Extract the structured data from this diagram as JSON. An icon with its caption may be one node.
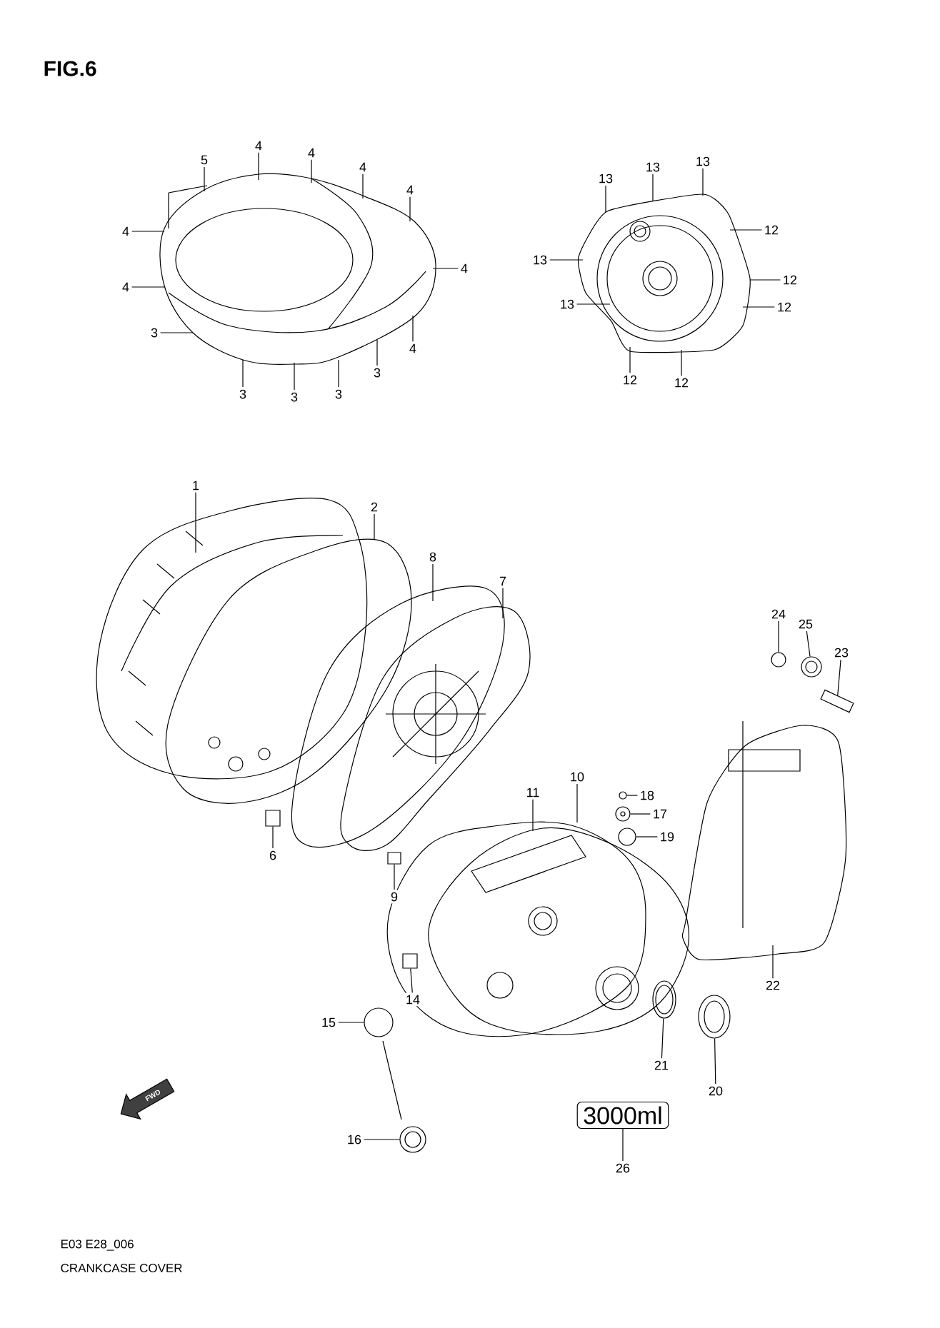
{
  "diagram": {
    "title": "FIG.6",
    "caption": "CRANKCASE COVER",
    "nodes": [
      {
        "text": [
          "5"
        ]
      },
      {
        "text": [
          "4"
        ]
      },
      {
        "text": [
          "4"
        ]
      },
      {
        "text": [
          "4"
        ]
      },
      {
        "text": [
          "4"
        ]
      },
      {
        "text": [
          "4"
        ]
      },
      {
        "text": [
          "4"
        ]
      },
      {
        "text": [
          "4"
        ]
      },
      {
        "text": [
          "3"
        ]
      },
      {
        "text": [
          "4"
        ]
      },
      {
        "text": [
          "3"
        ]
      },
      {
        "text": [
          "3"
        ]
      },
      {
        "text": [
          "3"
        ]
      },
      {
        "text": [
          "3"
        ]
      },
      {
        "text": [
          "13"
        ]
      },
      {
        "text": [
          "13"
        ]
      },
      {
        "text": [
          "13"
        ]
      },
      {
        "text": [
          "12"
        ]
      },
      {
        "text": [
          "13"
        ]
      },
      {
        "text": [
          "12"
        ]
      },
      {
        "text": [
          "13"
        ]
      },
      {
        "text": [
          "12"
        ]
      },
      {
        "text": [
          "12"
        ]
      },
      {
        "text": [
          "12"
        ]
      },
      {
        "text": [
          "1"
        ]
      },
      {
        "text": [
          "2"
        ]
      },
      {
        "text": [
          "8"
        ]
      },
      {
        "text": [
          "7"
        ]
      },
      {
        "text": [
          "24"
        ]
      },
      {
        "text": [
          "25"
        ]
      },
      {
        "text": [
          "23"
        ]
      },
      {
        "text": [
          "10"
        ]
      },
      {
        "text": [
          "11"
        ]
      },
      {
        "text": [
          "18"
        ]
      },
      {
        "text": [
          "17"
        ]
      },
      {
        "text": [
          "19"
        ]
      },
      {
        "text": [
          "6"
        ]
      },
      {
        "text": [
          "9"
        ]
      },
      {
        "text": [
          "22"
        ]
      },
      {
        "text": [
          "14"
        ]
      },
      {
        "text": [
          "15"
        ]
      },
      {
        "text": [
          "21"
        ]
      },
      {
        "text": [
          "20"
        ]
      },
      {
        "text": [
          "16"
        ]
      },
      {
        "text": [
          "3000ml"
        ]
      },
      {
        "text": [
          "26"
        ]
      },
      {
        "text": [],
        "shape": "box"
      },
      {
        "text": [],
        "shape": "box"
      },
      {
        "text": [],
        "shape": "circle"
      },
      {
        "text": [],
        "shape": "circle"
      },
      {
        "text": [],
        "shape": "circle"
      },
      {
        "text": [],
        "shape": "circle"
      },
      {
        "text": [],
        "shape": "circle"
      },
      {
        "text": [],
        "shape": "box"
      },
      {
        "text": [],
        "shape": "box"
      },
      {
        "text": [],
        "shape": "circle"
      },
      {
        "text": [],
        "shape": "circle"
      },
      {
        "text": [],
        "shape": "ellipse"
      },
      {
        "text": [],
        "shape": "ellipse"
      }
    ],
    "edges": [
      {
        "from": 0,
        "to": null,
        "arrow": "none"
      },
      {
        "from": 1,
        "to": null,
        "arrow": "none"
      },
      {
        "from": 2,
        "to": null,
        "arrow": "none"
      },
      {
        "from": 3,
        "to": null,
        "arrow": "none"
      },
      {
        "from": 4,
        "to": null,
        "arrow": "none"
      },
      {
        "from": 5,
        "to": null,
        "arrow": "none"
      },
      {
        "from": 6,
        "to": null,
        "arrow": "none"
      },
      {
        "from": 7,
        "to": null,
        "arrow": "none"
      },
      {
        "from": 8,
        "to": null,
        "arrow": "none"
      },
      {
        "from": 9,
        "to": null,
        "arrow": "none"
      },
      {
        "from": 10,
        "to": null,
        "arrow": "none"
      },
      {
        "from": 11,
        "to": null,
        "arrow": "none"
      },
      {
        "from": 12,
        "to": null,
        "arrow": "none"
      },
      {
        "from": 13,
        "to": null,
        "arrow": "none"
      },
      {
        "from": 14,
        "to": null,
        "arrow": "none"
      },
      {
        "from": 15,
        "to": null,
        "arrow": "none"
      },
      {
        "from": 16,
        "to": null,
        "arrow": "none"
      },
      {
        "from": 17,
        "to": null,
        "arrow": "none"
      },
      {
        "from": 18,
        "to": null,
        "arrow": "none"
      },
      {
        "from": 19,
        "to": null,
        "arrow": "none"
      },
      {
        "from": 20,
        "to": null,
        "arrow": "none"
      },
      {
        "from": 21,
        "to": null,
        "arrow": "none"
      },
      {
        "from": 22,
        "to": null,
        "arrow": "none"
      },
      {
        "from": 23,
        "to": null,
        "arrow": "none"
      },
      {
        "from": 24,
        "to": null,
        "arrow": "none"
      },
      {
        "from": 25,
        "to": null,
        "arrow": "none"
      },
      {
        "from": 26,
        "to": null,
        "arrow": "none"
      },
      {
        "from": 27,
        "to": null,
        "arrow": "none"
      },
      {
        "from": 28,
        "to": 51,
        "arrow": "none"
      },
      {
        "from": 29,
        "to": 52,
        "arrow": "none"
      },
      {
        "from": 30,
        "to": 53,
        "arrow": "none"
      },
      {
        "from": 31,
        "to": null,
        "arrow": "none"
      },
      {
        "from": 32,
        "to": null,
        "arrow": "none"
      },
      {
        "from": 33,
        "to": 48,
        "arrow": "none"
      },
      {
        "from": 34,
        "to": 49,
        "arrow": "none"
      },
      {
        "from": 35,
        "to": 50,
        "arrow": "none"
      },
      {
        "from": 36,
        "to": 46,
        "arrow": "none"
      },
      {
        "from": 37,
        "to": 47,
        "arrow": "none"
      },
      {
        "from": 38,
        "to": null,
        "arrow": "none"
      },
      {
        "from": 39,
        "to": 54,
        "arrow": "none"
      },
      {
        "from": 40,
        "to": 55,
        "arrow": "none"
      },
      {
        "from": 41,
        "to": 57,
        "arrow": "none"
      },
      {
        "from": 42,
        "to": 58,
        "arrow": "none"
      },
      {
        "from": 43,
        "to": 56,
        "arrow": "none"
      },
      {
        "from": 45,
        "to": 44,
        "arrow": "none"
      }
    ],
    "labels": [
      "FWD",
      "E03 E28_006"
    ]
  }
}
